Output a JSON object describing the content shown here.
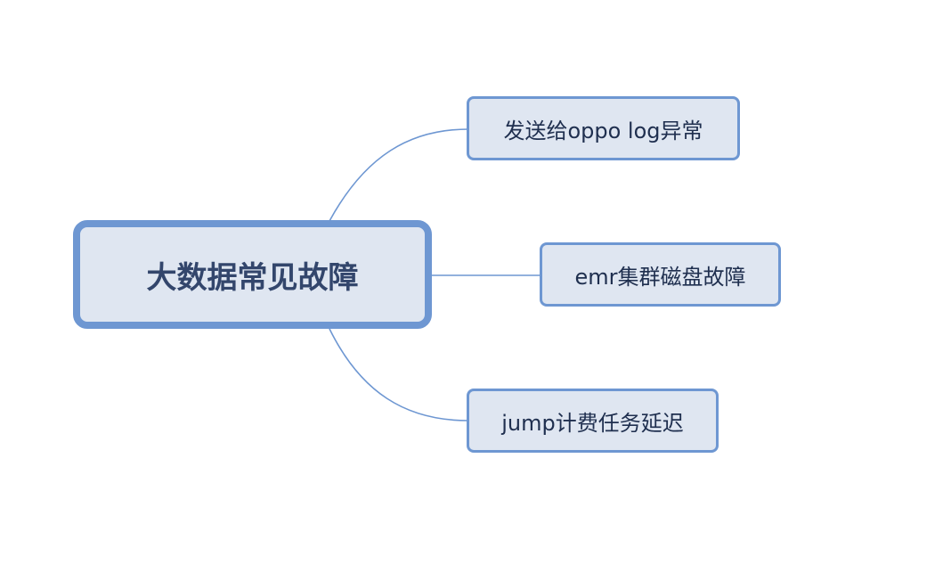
{
  "mindmap": {
    "root": {
      "label": "大数据常见故障"
    },
    "children": [
      {
        "label": "发送给oppo log异常"
      },
      {
        "label": "emr集群磁盘故障"
      },
      {
        "label": "jump计费任务延迟"
      }
    ],
    "colors": {
      "node_fill": "#dfe6f1",
      "node_border": "#6e97d2",
      "connector": "#6e97d2",
      "root_text": "#33466c",
      "child_text": "#1f2f4f"
    }
  }
}
